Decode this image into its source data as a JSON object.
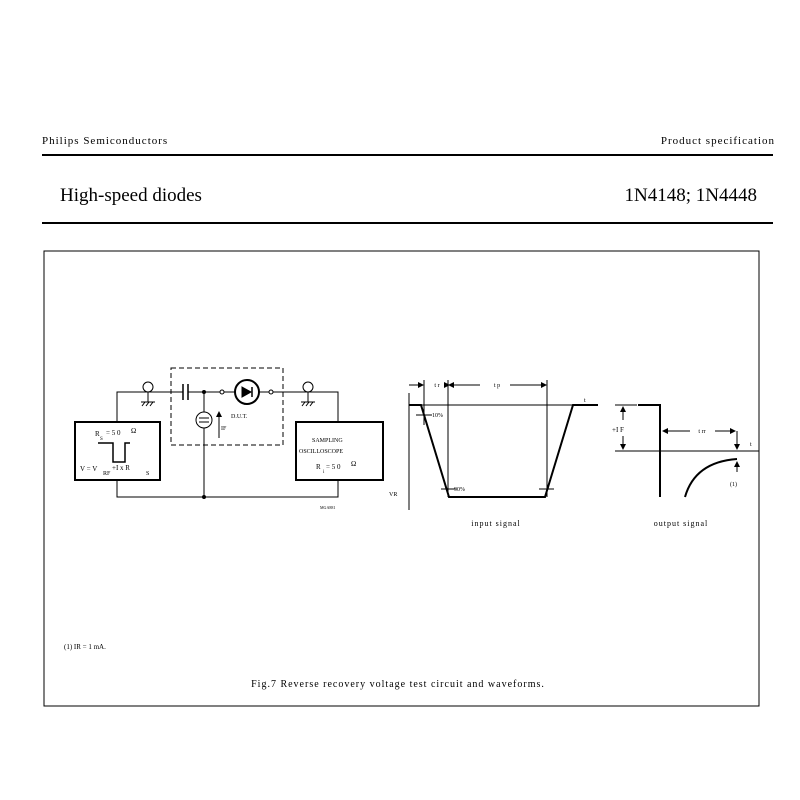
{
  "header": {
    "company": "Philips Semiconductors",
    "doc_type": "Product specification",
    "title": "High-speed diodes",
    "part_numbers": "1N4148; 1N4448"
  },
  "figure": {
    "circuit": {
      "rs": "R",
      "rs_sub": "S",
      "rs_value": "= 5 0",
      "ohm": "Ω",
      "v_label": "V = V",
      "v_sub": "RF",
      "v_rest": "+I x R",
      "v_rest_sub": "S",
      "dut": "D.U.T.",
      "if_label": "IF",
      "scope_line1": "SAMPLING",
      "scope_line2": "OSCILLOSCOPE",
      "ri": "R",
      "ri_sub": "i",
      "ri_value": "= 5 0",
      "code": "MGA881"
    },
    "input": {
      "tr": "t r",
      "tp": "t p",
      "t": "t",
      "p10": "10%",
      "p90": "90%",
      "vr": "VR",
      "label": "input signal"
    },
    "output": {
      "if": "+I F",
      "trr": "t rr",
      "t": "t",
      "note": "(1)",
      "label": "output signal"
    },
    "footnote": "(1) IR = 1 mA.",
    "caption": "Fig.7 Reverse recovery voltage test circuit and waveforms."
  }
}
